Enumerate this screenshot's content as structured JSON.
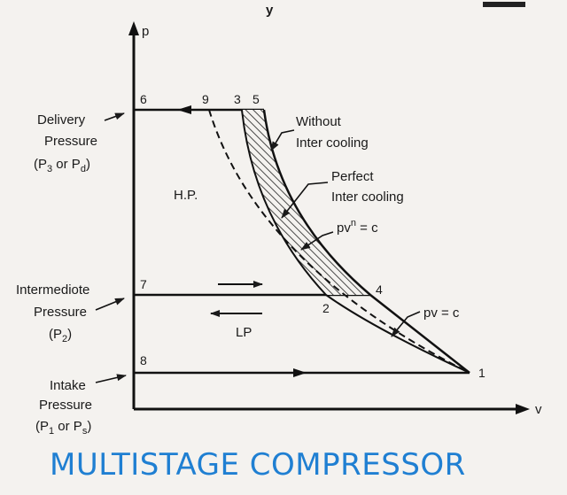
{
  "header": {
    "top_text": "y"
  },
  "axes": {
    "y_label": "p",
    "x_label": "v"
  },
  "pressures": {
    "delivery": {
      "line1": "Delivery",
      "line2": "Pressure",
      "line3_a": "(P",
      "line3_sub1": "3",
      "line3_b": " or P",
      "line3_sub2": "d",
      "line3_c": ")"
    },
    "intermediate": {
      "line1": "Intermediote",
      "line2": "Pressure",
      "line3_a": "(P",
      "line3_sub1": "2",
      "line3_c": ")"
    },
    "intake": {
      "line1": "Intake",
      "line2": "Pressure",
      "line3_a": "(P",
      "line3_sub1": "1",
      "line3_b": " or P",
      "line3_sub2": "s",
      "line3_c": ")"
    }
  },
  "points": {
    "p1": "1",
    "p2": "2",
    "p3": "3",
    "p4": "4",
    "p5": "5",
    "p6": "6",
    "p7": "7",
    "p8": "8",
    "p9": "9"
  },
  "regions": {
    "hp": "H.P.",
    "lp": "LP"
  },
  "annotations": {
    "without_1": "Without",
    "without_2": "Inter cooling",
    "perfect_1": "Perfect",
    "perfect_2": "Inter cooling",
    "polytropic_a": "pv",
    "polytropic_sup": "n",
    "polytropic_b": " = c",
    "isothermal": "pv = c"
  },
  "caption": "MULTISTAGE COMPRESSOR"
}
